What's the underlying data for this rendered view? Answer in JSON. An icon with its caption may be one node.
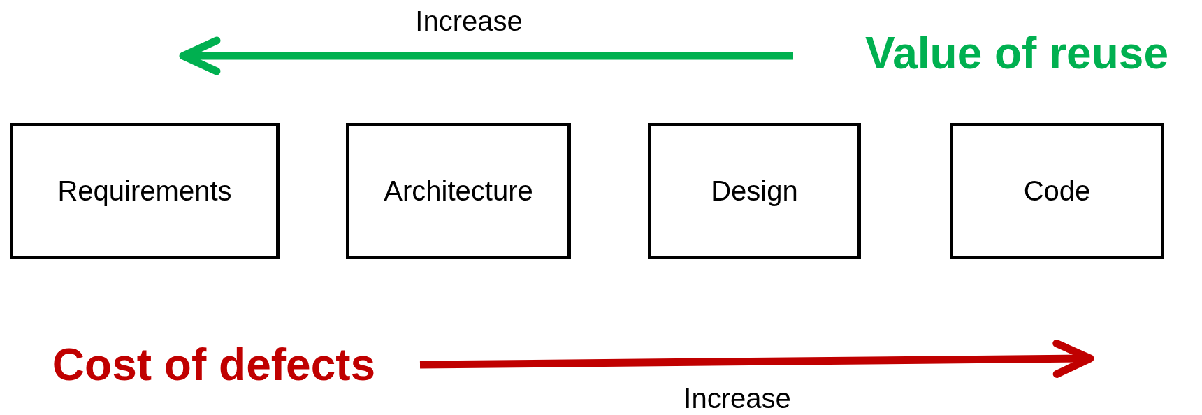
{
  "diagram": {
    "nodes": [
      {
        "text": [
          "Requirements"
        ]
      },
      {
        "text": [
          "Architecture"
        ]
      },
      {
        "text": [
          "Design"
        ]
      },
      {
        "text": [
          "Code"
        ]
      }
    ],
    "labels": [
      "Increase",
      "Value of reuse",
      "Cost of defects",
      "Increase"
    ]
  }
}
